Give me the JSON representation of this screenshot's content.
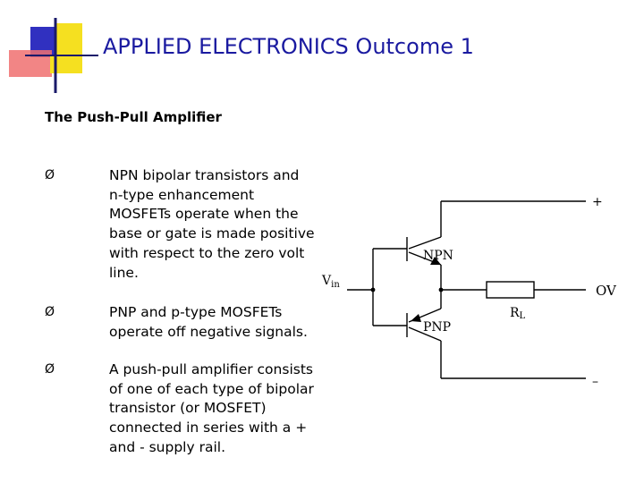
{
  "slide": {
    "title": "APPLIED ELECTRONICS Outcome 1",
    "subtitle": "The Push-Pull Amplifier"
  },
  "bullets": [
    {
      "marker": "Ø",
      "text": "NPN bipolar transistors and n-type enhancement MOSFETs operate when the base or gate is made positive with respect to the zero volt line."
    },
    {
      "marker": "Ø",
      "text": "PNP and p-type MOSFETs operate off negative signals."
    },
    {
      "marker": "Ø",
      "text": "A push-pull amplifier consists of one of each type of bipolar transistor (or MOSFET) connected in series with a + and - supply rail."
    }
  ],
  "circuit": {
    "plus_label": "+",
    "minus_label": "–",
    "vin_label": "V",
    "vin_sub": "in",
    "npn_label": "NPN",
    "pnp_label": "PNP",
    "ov_label": "OV",
    "rl_label": "R",
    "rl_sub": "L"
  },
  "colors": {
    "title": "#1a1aa0",
    "logo_blue": "#3030c0",
    "logo_yellow": "#f5e020",
    "logo_red": "#f07070"
  }
}
